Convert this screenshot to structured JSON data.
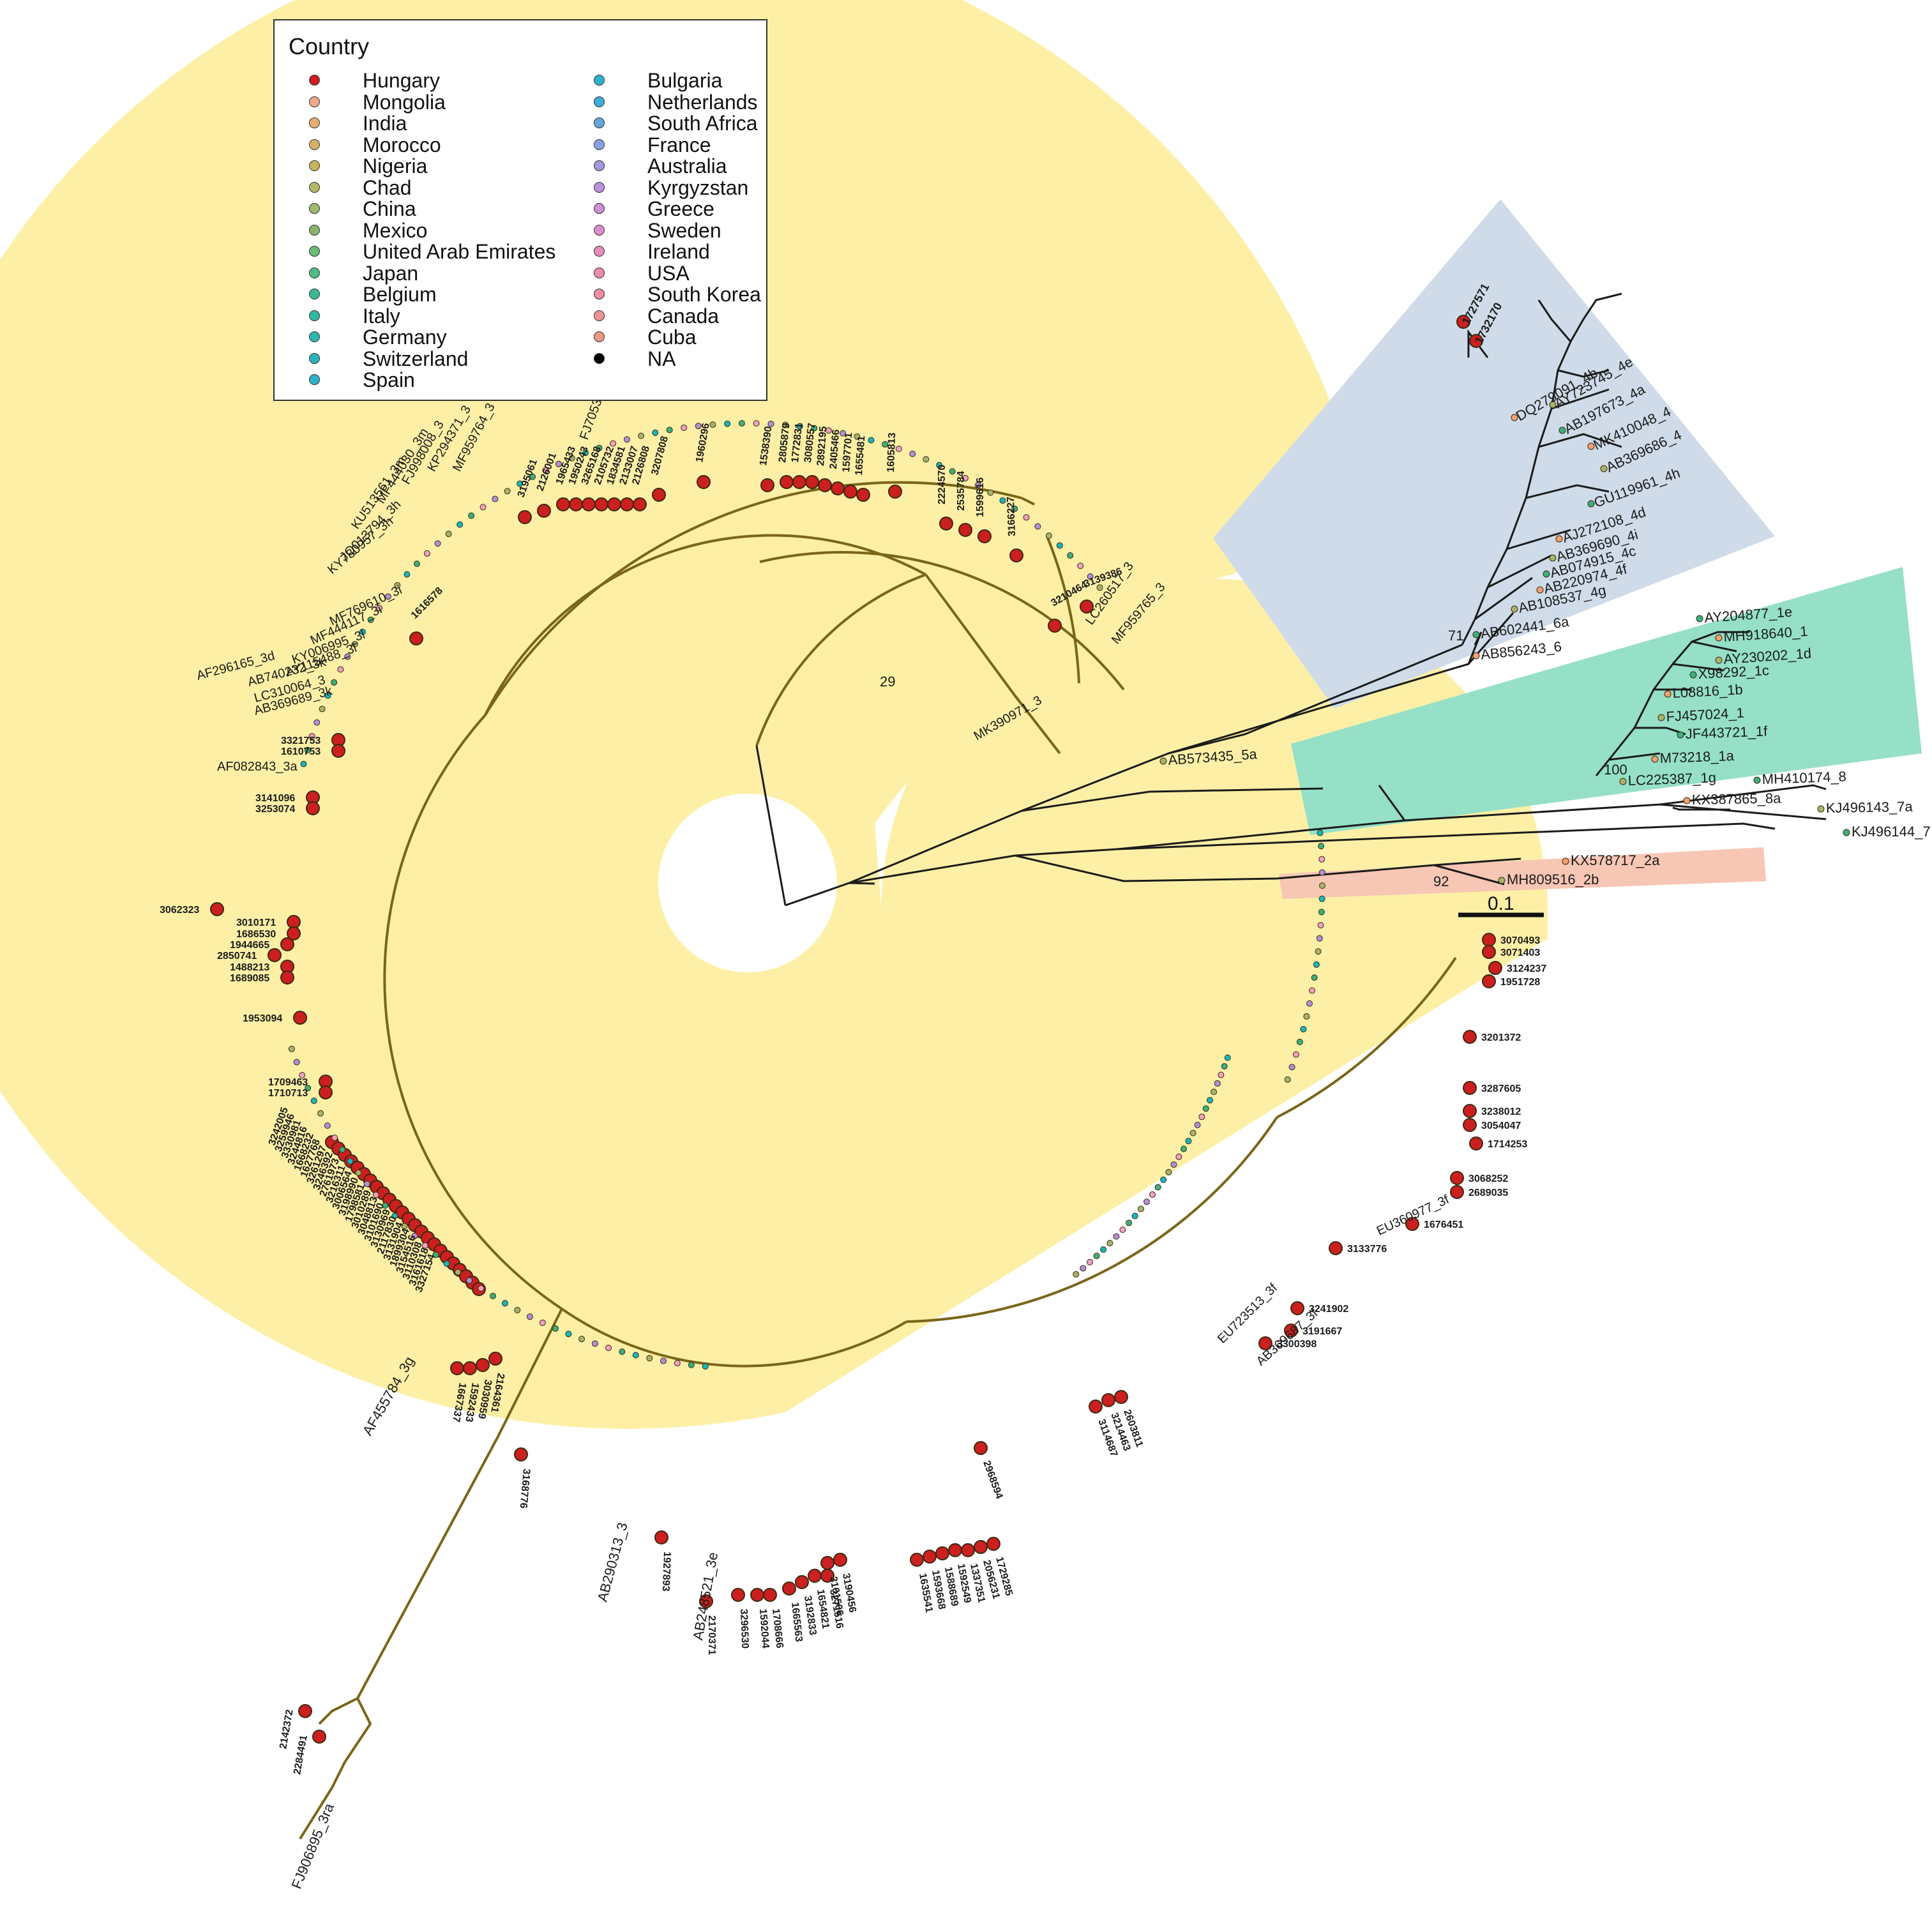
{
  "colors": {
    "clade3_bg": "#fdf0a6",
    "clade4_bg": "#cfdbe9",
    "clade1_bg": "#95e0c7",
    "clade2_bg": "#f7c6b4",
    "branch3": "#7a6519",
    "branch_other": "#1b1b1b",
    "hungary": "#cc1f1f",
    "cyan_tip": "#18b7bd",
    "green_tip": "#3cb07a",
    "pink_tip": "#f0a0c0",
    "purple_tip": "#b48ed8",
    "olive_tip": "#a7b36b",
    "orange_tip": "#f2a070"
  },
  "legend": {
    "title": "Country",
    "column1": [
      {
        "label": "Hungary",
        "color": "#cc1f1f"
      },
      {
        "label": "Mongolia",
        "color": "#f1a987"
      },
      {
        "label": "India",
        "color": "#e6ad6e"
      },
      {
        "label": "Morocco",
        "color": "#d6b062"
      },
      {
        "label": "Nigeria",
        "color": "#c8b45d"
      },
      {
        "label": "Chad",
        "color": "#b5b766"
      },
      {
        "label": "China",
        "color": "#a0b86c"
      },
      {
        "label": "Mexico",
        "color": "#8ab56d"
      },
      {
        "label": "United Arab Emirates",
        "color": "#6cbb76"
      },
      {
        "label": "Japan",
        "color": "#4fba84"
      },
      {
        "label": "Belgium",
        "color": "#3bb994"
      },
      {
        "label": "Italy",
        "color": "#30b8a4"
      },
      {
        "label": "Germany",
        "color": "#2bb7b2"
      },
      {
        "label": "Switzerland",
        "color": "#2cb5be"
      },
      {
        "label": "Spain",
        "color": "#2fb2c8"
      }
    ],
    "column2": [
      {
        "label": "Bulgaria",
        "color": "#2db0cf"
      },
      {
        "label": "Netherlands",
        "color": "#40acd8"
      },
      {
        "label": "South Africa",
        "color": "#61a6dd"
      },
      {
        "label": "France",
        "color": "#87a0e1"
      },
      {
        "label": "Australia",
        "color": "#a496e0"
      },
      {
        "label": "Kyrgyzstan",
        "color": "#bb90dc"
      },
      {
        "label": "Greece",
        "color": "#cf8ed5"
      },
      {
        "label": "Sweden",
        "color": "#de8dcb"
      },
      {
        "label": "Ireland",
        "color": "#e78cbd"
      },
      {
        "label": "USA",
        "color": "#ec8cae"
      },
      {
        "label": "South Korea",
        "color": "#ee8ea1"
      },
      {
        "label": "Canada",
        "color": "#ee9392"
      },
      {
        "label": "Cuba",
        "color": "#ec9a84"
      },
      {
        "label": "NA",
        "color": "#000000"
      }
    ]
  },
  "scale_bar": {
    "label": "0.1"
  },
  "bootstrap": [
    "29",
    "71",
    "100",
    "92"
  ],
  "reference_labels_right": [
    "1727571",
    "1732170",
    "DQ279091_4b",
    "AY723745_4e",
    "AB197673_4a",
    "MK410048_4",
    "AB369686_4",
    "GU119961_4h",
    "AJ272108_4d",
    "AB369690_4i",
    "AB074915_4c",
    "AB220974_4f",
    "AB108537_4g",
    "AB602441_6a",
    "AB856243_6",
    "AB573435_5a",
    "AY204877_1e",
    "MH918640_1",
    "AY230202_1d",
    "X98292_1c",
    "L08816_1b",
    "FJ457024_1",
    "JF443721_1f",
    "M73218_1a",
    "LC225387_1g",
    "MH410174_8",
    "KX387865_8a",
    "KJ496143_7a",
    "KJ496144_7",
    "KX578717_2a",
    "MH809516_2b"
  ],
  "hungary_labels_right": [
    "3070493",
    "3071403",
    "3124237",
    "1951728",
    "3201372",
    "3287605",
    "3238012",
    "3054047",
    "1714253",
    "3068252",
    "2689035",
    "1676451",
    "3133776",
    "3241902",
    "3191667",
    "3300398"
  ],
  "reference_labels_right_lower": [
    "EU360977_3f",
    "EU723513_3f",
    "AB369687_3f"
  ],
  "hungary_labels_bottom": [
    "2603811",
    "3214463",
    "3114687",
    "2968594",
    "1729285",
    "2056231",
    "1337351",
    "1592549",
    "1588689",
    "1593668",
    "1635541",
    "3190456",
    "3101506",
    "3271516",
    "1654821",
    "3192833",
    "1665563",
    "1708666",
    "1592044",
    "3296530",
    "2170371",
    "1927893",
    "3168776",
    "2164361",
    "3030959",
    "1592433",
    "1667337"
  ],
  "reference_labels_bottom": [
    "AB248521_3e",
    "AB290313_3",
    "AF455784_3g",
    "FJ906895_3ra"
  ],
  "hungary_labels_outlier": [
    "2142372",
    "2284491"
  ],
  "hungary_labels_left": [
    "3062323",
    "3010171",
    "1686530",
    "1944665",
    "2850741",
    "1488213",
    "1689085",
    "1953094",
    "1709463",
    "1710713",
    "3242005",
    "3259946",
    "3330981",
    "3244816",
    "1668232",
    "1627768",
    "3261297",
    "3246392",
    "2761973",
    "3216311",
    "3006564",
    "3198990",
    "1798581",
    "3010289",
    "3048813",
    "3101690",
    "3130969",
    "2117830",
    "3131904",
    "1899304",
    "3154516",
    "3110308",
    "3161618",
    "3327154",
    "3321753",
    "1610753",
    "3141096",
    "3253074"
  ],
  "reference_labels_left": [
    "AF082843_3a",
    "AF296165_3d",
    "AB369689_3k",
    "LC310064_3",
    "AB740232_3k",
    "AY115488_3l",
    "KY006995_3l",
    "MF444117_3i",
    "MF769610_3i",
    "KY780957_3h",
    "JQ013794_3h",
    "KU513561_3m",
    "MF444030_3m",
    "FJ998008_3",
    "KP294371_3",
    "MF959764_3",
    "MF959765_3",
    "LC260517_3",
    "MK390971_3",
    "FJ705359_3"
  ],
  "hungary_labels_top": [
    "1616578",
    "3195061",
    "2126001",
    "1965433",
    "1950243",
    "3265168",
    "2105732",
    "1834581",
    "2133007",
    "2126808",
    "3207808",
    "1960296",
    "1538390",
    "2805879",
    "1772831",
    "3080557",
    "2892195",
    "2405466",
    "1597701",
    "1655481",
    "1605813",
    "2224570",
    "2535784",
    "1599616",
    "3166227",
    "3139386",
    "3210464"
  ]
}
